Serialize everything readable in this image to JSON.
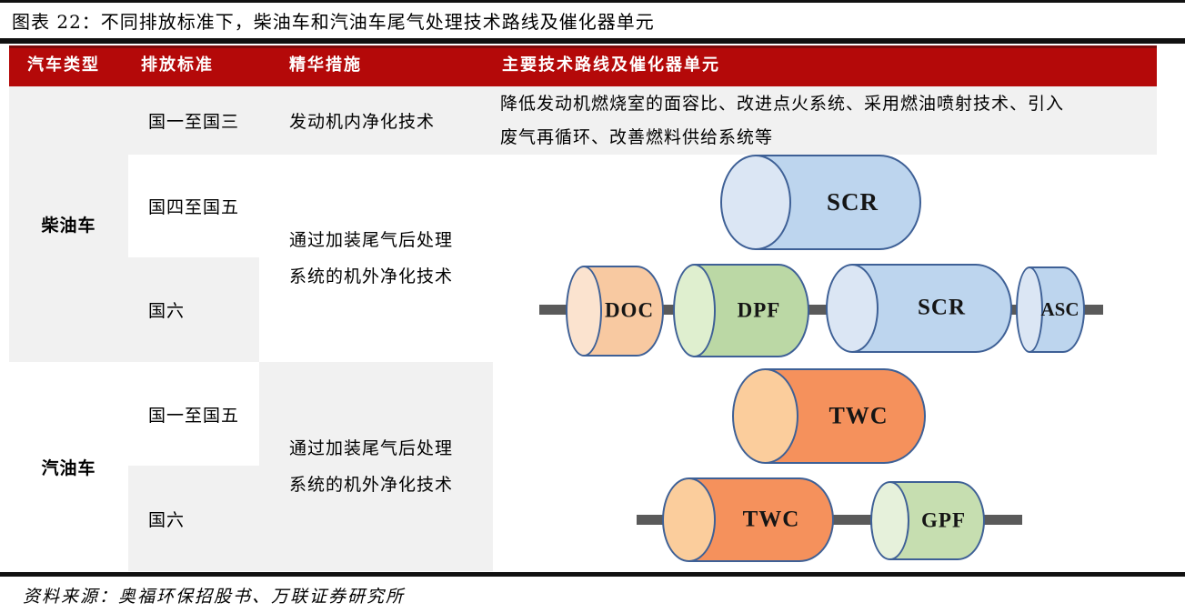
{
  "figure": {
    "title": "图表 22：不同排放标准下，柴油车和汽油车尾气处理技术路线及催化器单元",
    "source": "资料来源：奥福环保招股书、万联证券研究所"
  },
  "table": {
    "headers": [
      "汽车类型",
      "排放标准",
      "精华措施",
      "主要技术路线及催化器单元"
    ],
    "diesel_label": "柴油车",
    "gasoline_label": "汽油车",
    "standards": [
      "国一至国三",
      "国四至国五",
      "国六",
      "国一至国五",
      "国六"
    ],
    "measure_engine": "发动机内净化技术",
    "measure_after_line1": "通过加装尾气后处理",
    "measure_after_line2": "系统的机外净化技术",
    "route_line1": "降低发动机燃烧室的面容比、改进点火系统、采用燃油喷射技术、引入",
    "route_line2": "废气再循环、改善燃料供给系统等"
  },
  "diagrams": {
    "scr_single_label": "SCR",
    "diesel_china6_units": [
      "DOC",
      "DPF",
      "SCR",
      "ASC"
    ],
    "twc_single_label": "TWC",
    "gasoline_china6_units": [
      "TWC",
      "GPF"
    ]
  },
  "colors": {
    "header_bg": "#B40909",
    "header_text": "#FFFFFF",
    "row_shade": "#F1F1F1",
    "cylinder_border": "#3E6096",
    "scr_body": "#BDD5EE",
    "scr_cap": "#DBE6F4",
    "doc_body": "#F8C9A1",
    "doc_cap": "#FBE3CF",
    "dpf_body": "#BBD8A5",
    "dpf_cap": "#DFEFCF",
    "twc_body": "#F5915C",
    "twc_cap": "#FBCD9C",
    "gpf_body": "#C6DEB0",
    "gpf_cap": "#E6F1DB",
    "pipe": "#5A5A5A"
  }
}
